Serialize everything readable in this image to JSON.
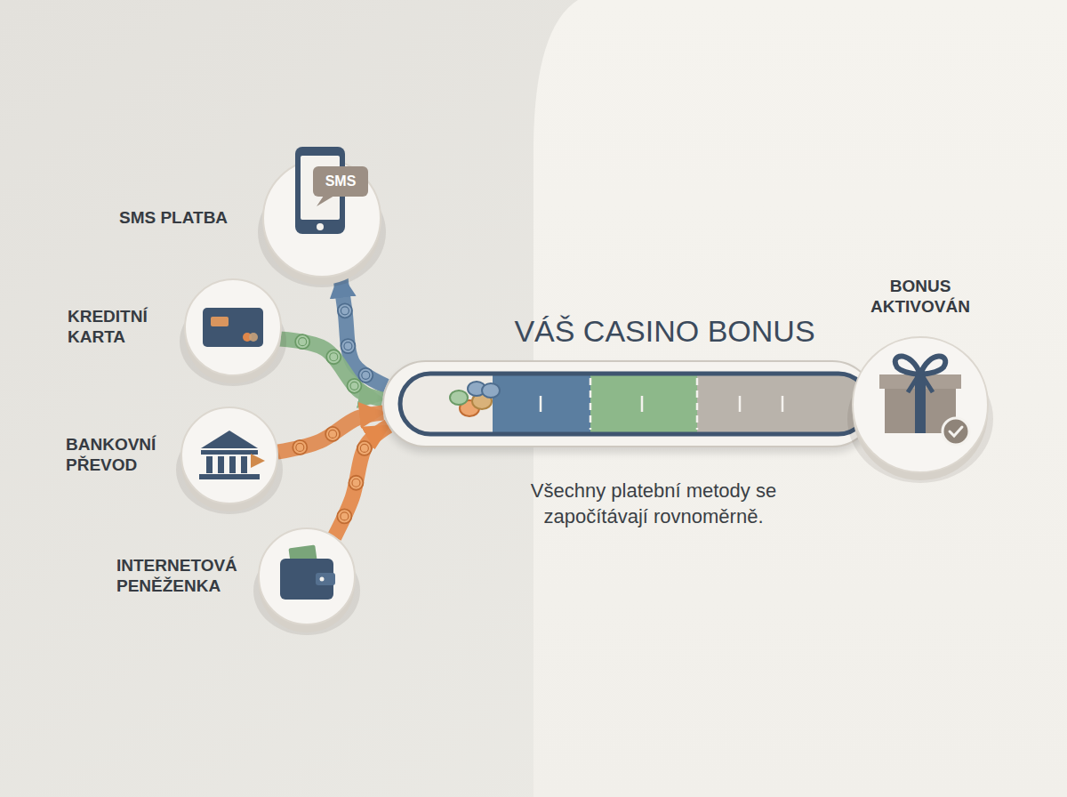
{
  "diagram": {
    "caption": "Všechny platební metody se započítávají rovnoměrně.",
    "nodes": [
      {
        "text": [
          "SMS PLATBA"
        ]
      },
      {
        "text": [
          "KREDITNÍ KARTA"
        ]
      },
      {
        "text": [
          "BANKOVNÍ PŘEVOD"
        ]
      },
      {
        "text": [
          "INTERNETOVÁ PENĚŽENKA"
        ]
      },
      {
        "text": [
          "VÁŠ CASINO BONUS"
        ]
      },
      {
        "text": [
          "BONUS AKTIVOVÁN"
        ]
      }
    ],
    "edges": [
      {
        "from": 4,
        "to": 0,
        "arrow": "to"
      },
      {
        "from": 1,
        "to": 4,
        "arrow": "to"
      },
      {
        "from": 2,
        "to": 4,
        "arrow": "to"
      },
      {
        "from": 3,
        "to": 4,
        "arrow": "to"
      }
    ],
    "labels": [
      "SMS"
    ]
  }
}
